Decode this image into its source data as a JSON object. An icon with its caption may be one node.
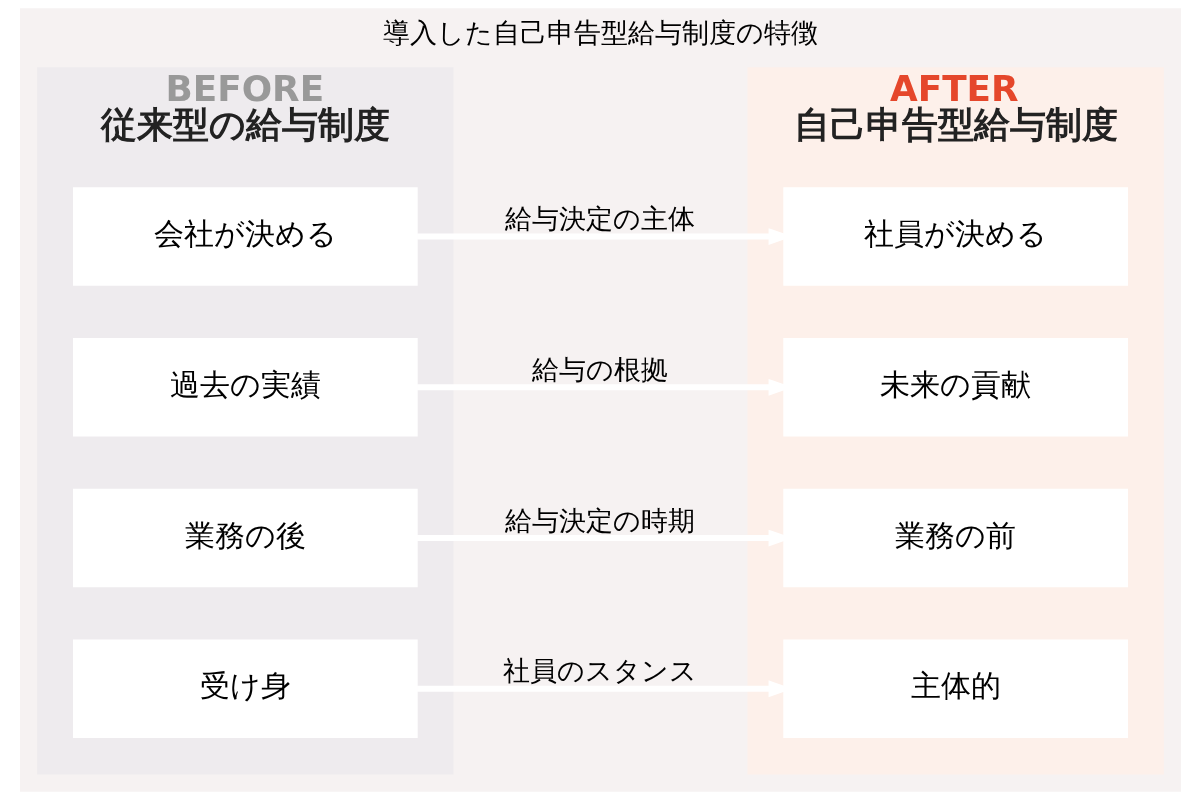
{
  "diagram": {
    "title": "導入した自己申告型給与制度の特徴",
    "nodes": [
      {
        "text": [
          "BEFORE",
          "従来型の給与制度"
        ]
      },
      {
        "text": [
          "会社が決める"
        ],
        "in": 0
      },
      {
        "text": [
          "過去の実績"
        ],
        "in": 0
      },
      {
        "text": [
          "業務の後"
        ],
        "in": 0
      },
      {
        "text": [
          "受け身"
        ],
        "in": 0
      },
      {
        "text": [
          "AFTER",
          "自己申告型給与制度"
        ]
      },
      {
        "text": [
          "社員が決める"
        ],
        "in": 5
      },
      {
        "text": [
          "未来の貢献"
        ],
        "in": 5
      },
      {
        "text": [
          "業務の前"
        ],
        "in": 5
      },
      {
        "text": [
          "主体的"
        ],
        "in": 5
      }
    ],
    "edges": [
      {
        "from": 1,
        "to": 6,
        "arrow": "to",
        "label": "給与決定の主体"
      },
      {
        "from": 2,
        "to": 7,
        "arrow": "to",
        "label": "給与の根拠"
      },
      {
        "from": 3,
        "to": 8,
        "arrow": "to",
        "label": "給与決定の時期"
      },
      {
        "from": 4,
        "to": 9,
        "arrow": "to",
        "label": "社員のスタンス"
      }
    ]
  }
}
